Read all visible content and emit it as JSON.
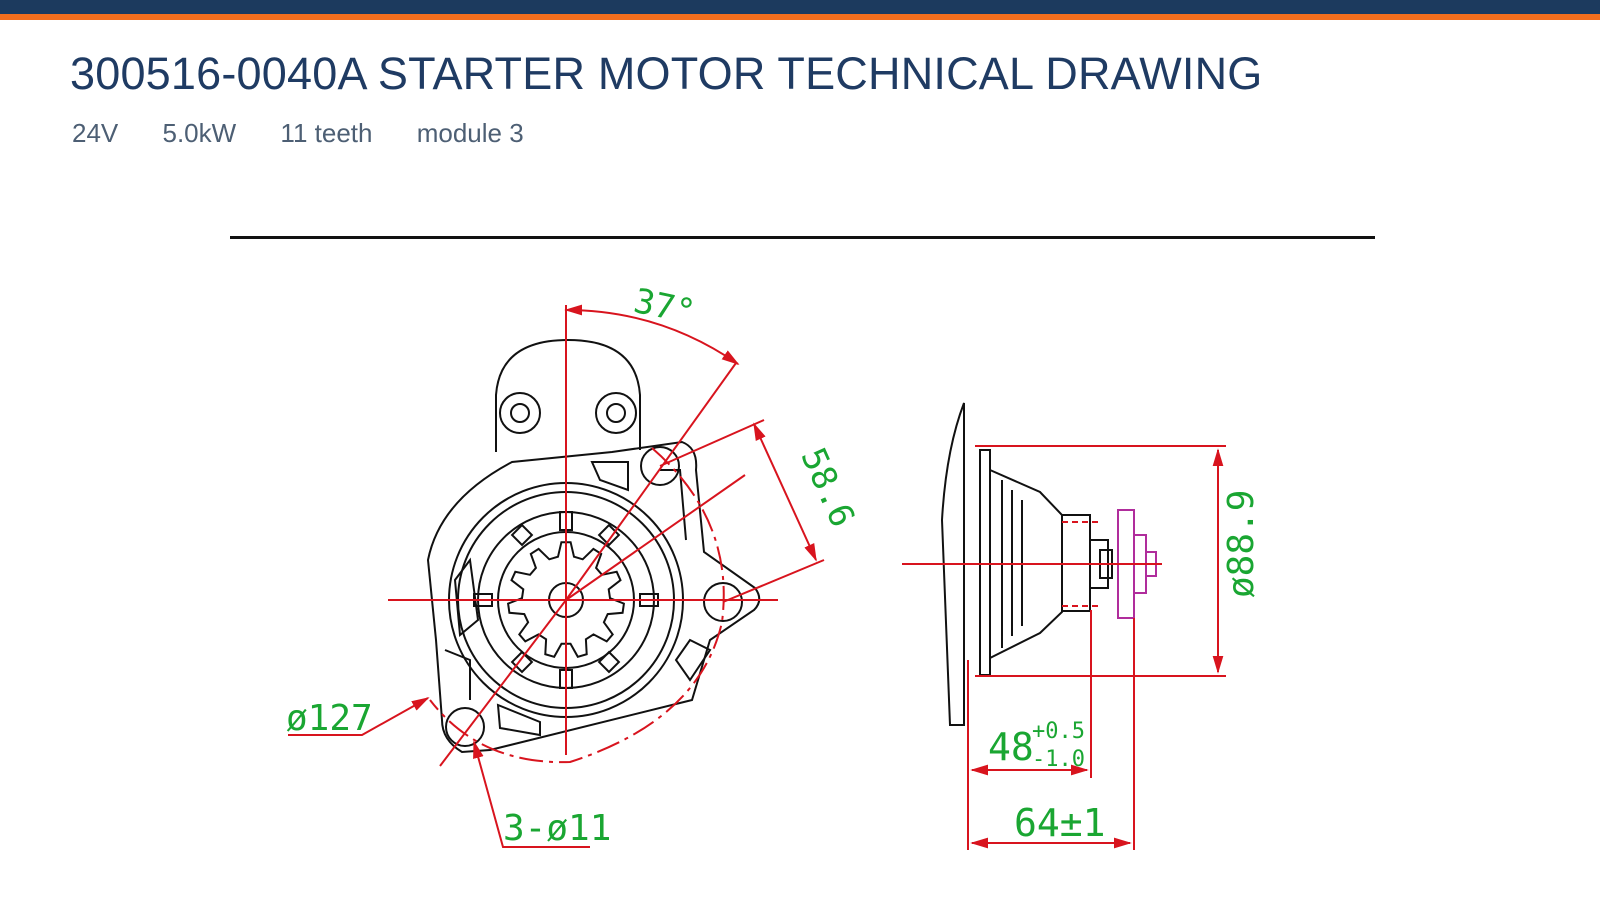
{
  "header": {
    "title": "300516-0040A STARTER MOTOR TECHNICAL DRAWING",
    "specs": [
      "24V",
      "5.0kW",
      "11 teeth",
      "module 3"
    ]
  },
  "drawing": {
    "dimensions": {
      "angle": "37°",
      "hole_distance": "58.6",
      "flange_diameter": "ø127",
      "mount_holes": "3-ø11",
      "pilot_diameter": "ø88.9",
      "pinion_depth": "48",
      "pinion_depth_tol_upper": "+0.5",
      "pinion_depth_tol_lower": "-1.0",
      "overall_depth": "64±1"
    },
    "colors": {
      "outline": "#111111",
      "centerline": "#d8141e",
      "dimension_text": "#1aa632",
      "pinion_detail": "#b02d9c"
    }
  }
}
